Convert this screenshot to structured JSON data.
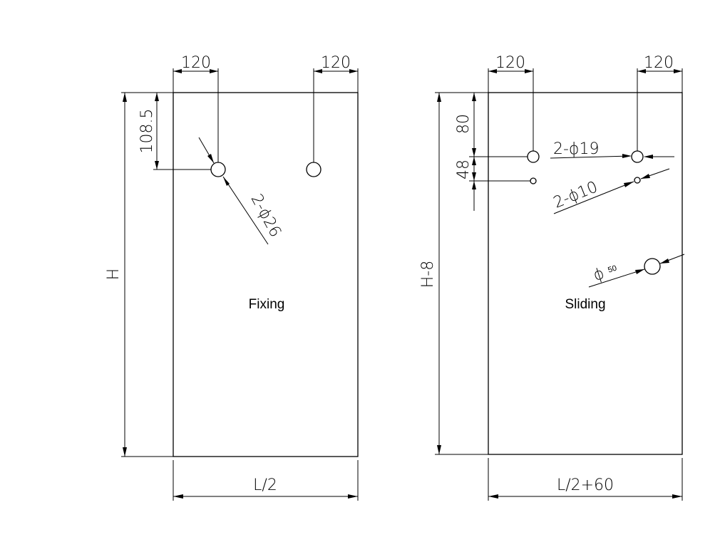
{
  "fixing": {
    "label": "Fixing",
    "dim_top_left": "120",
    "dim_top_right": "120",
    "dim_hole_offset": "108.5",
    "dim_height": "H",
    "dim_width": "L/2",
    "hole_spec": "2-ϕ26"
  },
  "sliding": {
    "label": "Sliding",
    "dim_top_left": "120",
    "dim_top_right": "120",
    "dim_offset_1": "80",
    "dim_offset_2": "48",
    "dim_height": "H-8",
    "dim_width": "L/2+60",
    "hole_spec_large": "2-ϕ19",
    "hole_spec_small": "2-ϕ10",
    "hole_spec_handle_symbol": "ϕ",
    "hole_spec_handle_value": "50"
  }
}
